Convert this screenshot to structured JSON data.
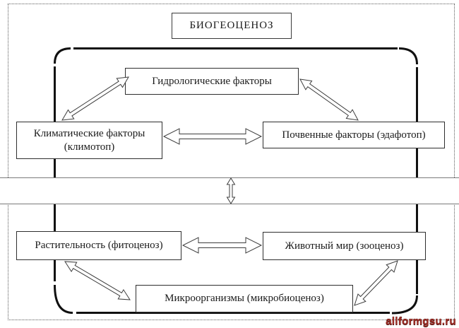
{
  "diagram": {
    "title": "БИОГЕОЦЕНОЗ",
    "boxes": {
      "hydrological": {
        "label": "Гидрологические факторы"
      },
      "climatic": {
        "label_line1": "Климатические факторы",
        "label_line2": "(климотоп)"
      },
      "soil": {
        "label": "Почвенные факторы (эдафотоп)"
      },
      "vegetation": {
        "label": "Растительность (фитоценоз)"
      },
      "animal": {
        "label": "Животный мир (зооценоз)"
      },
      "microorganisms": {
        "label": "Микроорганизмы (микробиоценоз)"
      }
    },
    "relations": [
      "Климатические факторы ↔ Гидрологические факторы",
      "Гидрологические факторы ↔ Почвенные факторы",
      "Климатические факторы ↔ Почвенные факторы",
      "Абиотическая часть ↔ Биотическая часть (вертикальная стрелка)",
      "Растительность ↔ Животный мир",
      "Растительность ↔ Микроорганизмы",
      "Животный мир ↔ Микроорганизмы"
    ],
    "colors": {
      "frame_line": "#101010",
      "box_border": "#2e2e2e",
      "band_line": "#7a7a7a",
      "arrow_stroke": "#3d3d3d",
      "watermark_color": "#9c2b23",
      "background": "#ffffff"
    }
  },
  "watermark": {
    "text": "allformgsu.ru"
  }
}
